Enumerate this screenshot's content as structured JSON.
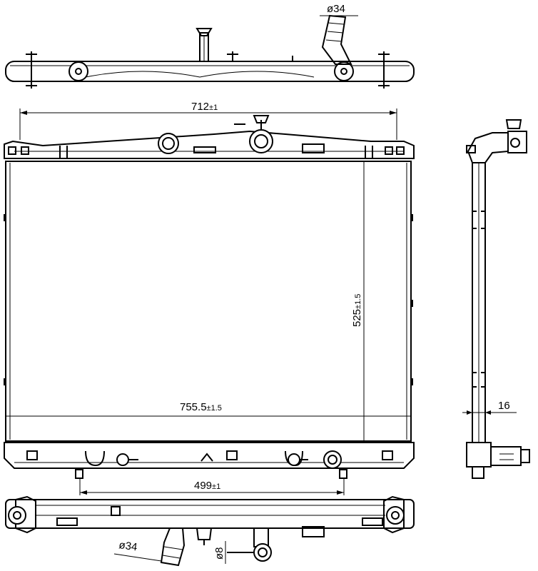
{
  "dimensions": {
    "top_diameter": "ø34",
    "width_core": "712",
    "width_core_tol": "±1",
    "height": "525",
    "height_tol": "±1.5",
    "total_width": "755.5",
    "total_width_tol": "±1.5",
    "mount_spacing": "499",
    "mount_spacing_tol": "±1",
    "thickness": "16",
    "bottom_diameter": "ø34",
    "drain_diameter": "ø8"
  }
}
